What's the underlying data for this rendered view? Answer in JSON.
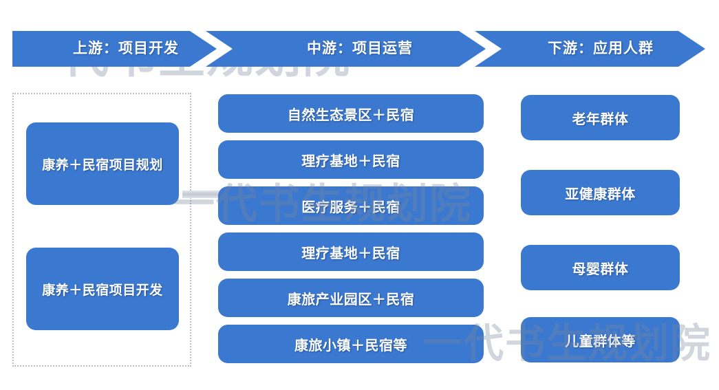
{
  "watermark": {
    "text": "一代书生规划院",
    "color": "#78869c"
  },
  "theme": {
    "accent_blue": "#3b78d0",
    "banner_blue": "#3b78d0",
    "connector_grey": "#c3c9d4",
    "dotted_border": "#b9bfc9",
    "text_white": "#ffffff"
  },
  "banner": {
    "stages": [
      {
        "label": "上游：项目开发"
      },
      {
        "label": "中游：项目运营"
      },
      {
        "label": "下游：应用人群"
      }
    ]
  },
  "upstream": {
    "boxes": [
      {
        "label": "康养＋民宿项目规划"
      },
      {
        "label": "康养＋民宿项目开发"
      }
    ]
  },
  "midstream": {
    "boxes": [
      {
        "label": "自然生态景区＋民宿"
      },
      {
        "label": "理疗基地＋民宿"
      },
      {
        "label": "医疗服务＋民宿"
      },
      {
        "label": "理疗基地＋民宿"
      },
      {
        "label": "康旅产业园区＋民宿"
      },
      {
        "label": "康旅小镇＋民宿等"
      }
    ]
  },
  "downstream": {
    "boxes": [
      {
        "label": "老年群体"
      },
      {
        "label": "亚健康群体"
      },
      {
        "label": "母婴群体"
      },
      {
        "label": "儿童群体等"
      }
    ]
  }
}
